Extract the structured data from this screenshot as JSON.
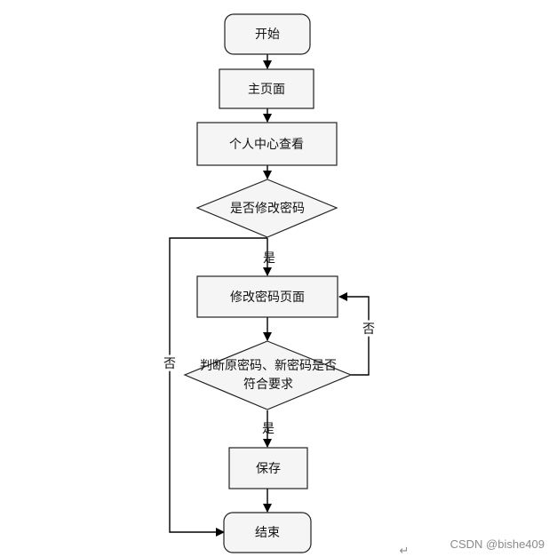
{
  "nodes": {
    "start": "开始",
    "home_page": "主页面",
    "personal_center": "个人中心查看",
    "change_password_decision": "是否修改密码",
    "change_password_page": "修改密码页面",
    "check_line1": "判断原密码、新密码是否",
    "check_line2": "符合要求",
    "save": "保存",
    "end": "结束"
  },
  "edge_labels": {
    "decision1_yes": "是",
    "decision1_no": "否",
    "decision2_yes": "是",
    "decision2_no": "否"
  },
  "watermark": "CSDN @bishe409",
  "corner_mark": "↵"
}
